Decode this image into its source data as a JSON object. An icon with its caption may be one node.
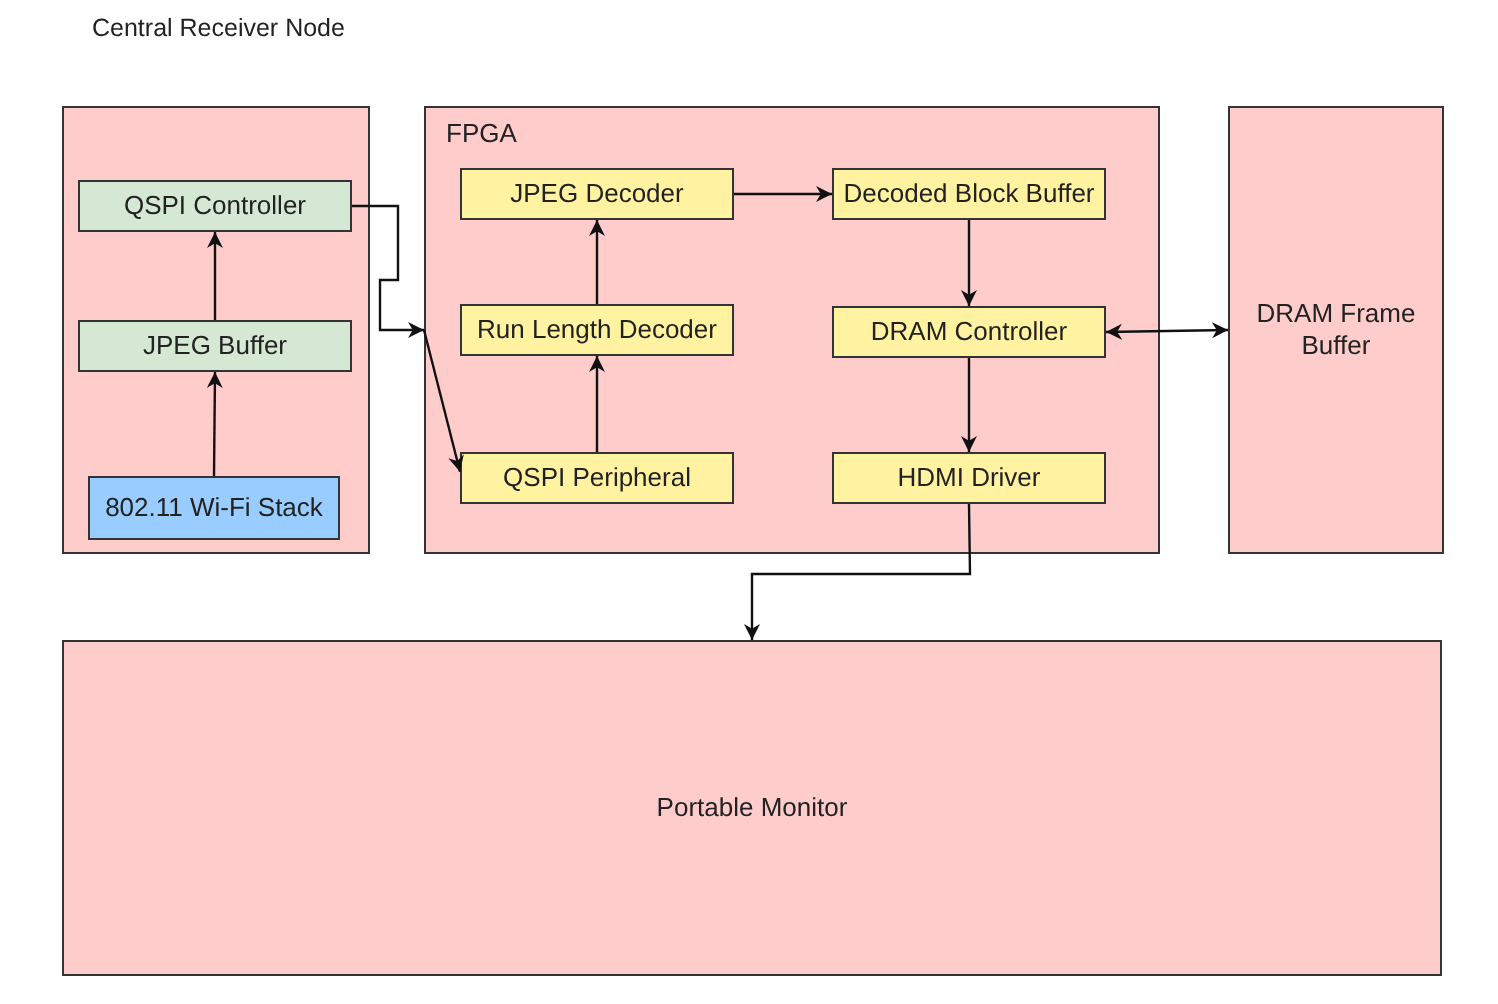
{
  "diagram": {
    "title": "Central Receiver Node",
    "nodes": [
      {
        "text": [],
        "shape": "box"
      },
      {
        "text": [
          "QSPI Controller"
        ],
        "in": 0
      },
      {
        "text": [
          "JPEG Buffer"
        ],
        "in": 0
      },
      {
        "text": [
          "802.11 Wi-Fi Stack"
        ],
        "in": 0
      },
      {
        "text": [
          "FPGA"
        ]
      },
      {
        "text": [
          "JPEG Decoder"
        ],
        "in": 4
      },
      {
        "text": [
          "Decoded Block Buffer"
        ],
        "in": 4
      },
      {
        "text": [
          "Run Length Decoder"
        ],
        "in": 4
      },
      {
        "text": [
          "DRAM Controller"
        ],
        "in": 4
      },
      {
        "text": [
          "QSPI Peripheral"
        ],
        "in": 4
      },
      {
        "text": [
          "HDMI Driver"
        ],
        "in": 4
      },
      {
        "text": [
          "DRAM Frame Buffer"
        ]
      },
      {
        "text": [
          "Portable Monitor"
        ]
      }
    ],
    "edges": [
      {
        "from": 3,
        "to": 2,
        "arrow": "to"
      },
      {
        "from": 2,
        "to": 1,
        "arrow": "to"
      },
      {
        "from": 1,
        "to": 4,
        "arrow": "to"
      },
      {
        "from": 4,
        "to": 9,
        "arrow": "to"
      },
      {
        "from": 9,
        "to": 7,
        "arrow": "to"
      },
      {
        "from": 7,
        "to": 5,
        "arrow": "to"
      },
      {
        "from": 5,
        "to": 6,
        "arrow": "to"
      },
      {
        "from": 6,
        "to": 8,
        "arrow": "to"
      },
      {
        "from": 8,
        "to": 11,
        "arrow": "both"
      },
      {
        "from": 8,
        "to": 10,
        "arrow": "to"
      },
      {
        "from": 10,
        "to": 12,
        "arrow": "to"
      }
    ]
  }
}
